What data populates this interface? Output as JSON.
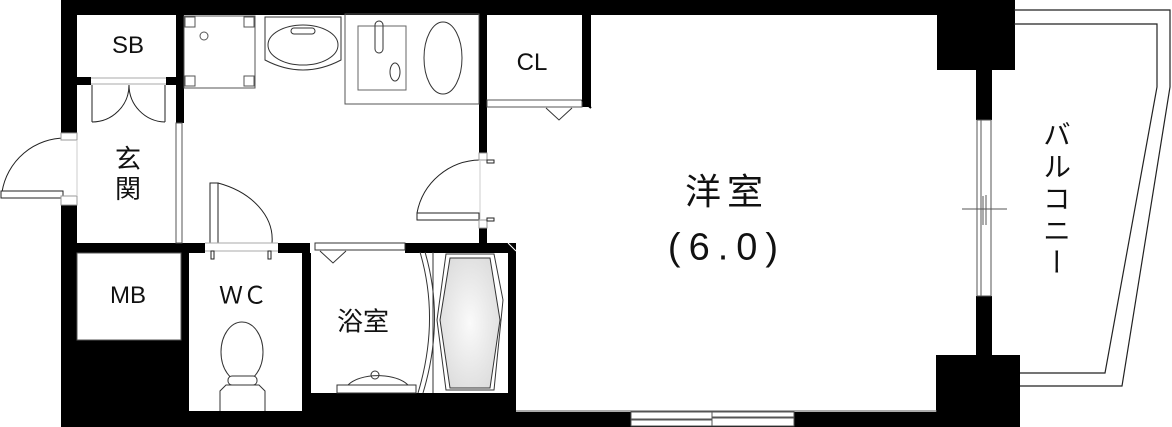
{
  "floor_plan": {
    "rooms": {
      "sb": {
        "label": "SB"
      },
      "entrance": {
        "label": "玄関"
      },
      "closet": {
        "label": "CL"
      },
      "western_room": {
        "label": "洋室",
        "size": "(6.0)"
      },
      "meter_box": {
        "label": "MB"
      },
      "wc": {
        "label": "ＷＣ"
      },
      "bathroom": {
        "label": "浴室"
      },
      "balcony": {
        "label": "バルコニー"
      }
    },
    "colors": {
      "wall": "#000000",
      "line": "#555555",
      "background": "#ffffff",
      "tub_fill": "#eeeeee"
    }
  }
}
